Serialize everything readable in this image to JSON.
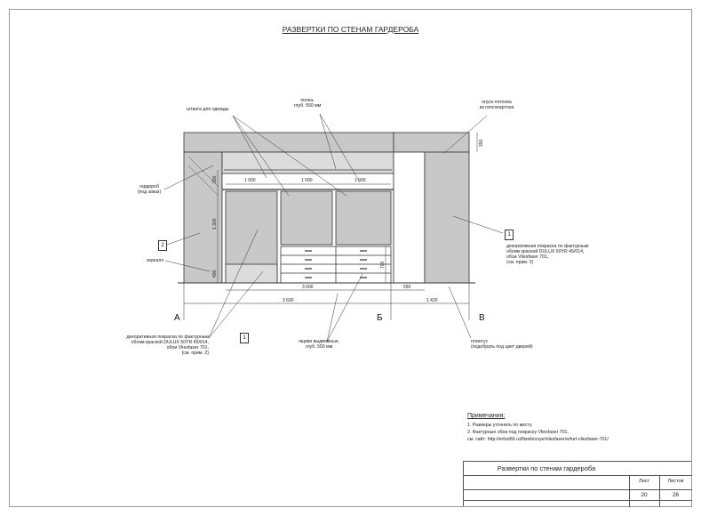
{
  "title": "РАЗВЕРТКИ ПО СТЕНАМ ГАРДЕРОБА",
  "labels": {
    "shtanga": "штанга для одежды",
    "polka": [
      "полка,",
      "глуб. 550 мм"
    ],
    "opusk": [
      "опуск потолка",
      "из гипсокартона"
    ],
    "garderob": [
      "гардероб",
      "(под заказ)"
    ],
    "zerkalo": "зеркало",
    "paint_right": [
      "декоративная покраска по фактурным",
      "обоям краской DULUX 50YR 45/014,",
      "обои Vliesfaser 701,",
      "(см. прим. 2)"
    ],
    "paint_left": [
      "декоративная покраска по фактурным",
      "обоям краской DULUX 50YR 45/014,",
      "обои Vliesfaser 701,",
      "(см. прим. 2)"
    ],
    "yashchiki": [
      "ящики выдвижные,",
      "глуб. 550 мм"
    ],
    "plintus": [
      "плинтус",
      "(подобрать под цвет дверей)"
    ]
  },
  "tags": {
    "tag_2": "2",
    "tag_1_right": "1",
    "tag_1_left": "1"
  },
  "dimensions": {
    "d1000_1": "1 000",
    "d1000_2": "1 000",
    "d1000_3": "1 000",
    "d3000": "3 000",
    "d550": "550",
    "d3690": "3 690",
    "d1420": "1 420",
    "v300": "300",
    "v1300": "1 300",
    "v400": "400",
    "v350": "350",
    "v700": "700"
  },
  "axes": {
    "a": "А",
    "b": "Б",
    "v": "В"
  },
  "notes": {
    "title": "Примечания:",
    "items": [
      "1. Размеры уточнить по месту.",
      "2. Фактурные обои под покраску Vliesfaser 701,",
      "    см. сайт: http://erfurt66.ru/flizelinovye/vliesfaser/erfurt-vliesfaser-701/"
    ]
  },
  "stamp": {
    "title": "Развертки по стенам гардероба",
    "sheet_label": "Лист",
    "sheets_label": "Листов",
    "sheet": "20",
    "sheets": "26"
  },
  "colors": {
    "panel_fill": "#c8c8c8",
    "line": "#333333",
    "border": "#9a9a9a"
  }
}
